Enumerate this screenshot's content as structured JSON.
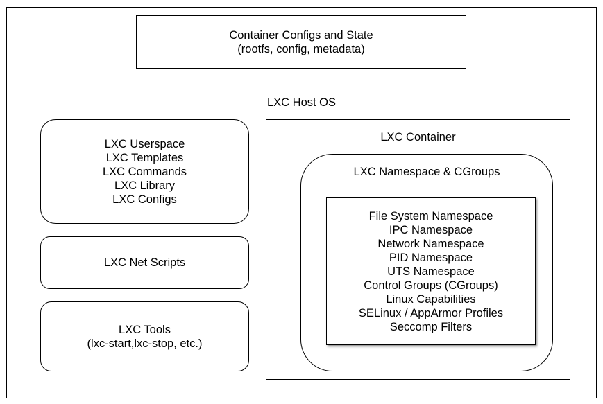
{
  "configs": {
    "title": "Container Configs and State",
    "subtitle": "(rootfs, config, metadata)"
  },
  "host_os": {
    "label": "LXC Host OS"
  },
  "userspace": {
    "lines": [
      "LXC Userspace",
      "LXC Templates",
      "LXC Commands",
      "LXC Library",
      "LXC Configs"
    ]
  },
  "net_scripts": {
    "label": "LXC Net Scripts"
  },
  "tools": {
    "title": "LXC Tools",
    "subtitle": "(lxc-start,lxc-stop, etc.)"
  },
  "container": {
    "label": "LXC Container",
    "ns_cgroups": {
      "label": "LXC Namespace & CGroups",
      "items": [
        "File System Namespace",
        "IPC Namespace",
        "Network Namespace",
        "PID Namespace",
        "UTS Namespace",
        "Control Groups (CGroups)",
        "Linux Capabilities",
        "SELinux / AppArmor Profiles",
        "Seccomp Filters"
      ]
    }
  }
}
